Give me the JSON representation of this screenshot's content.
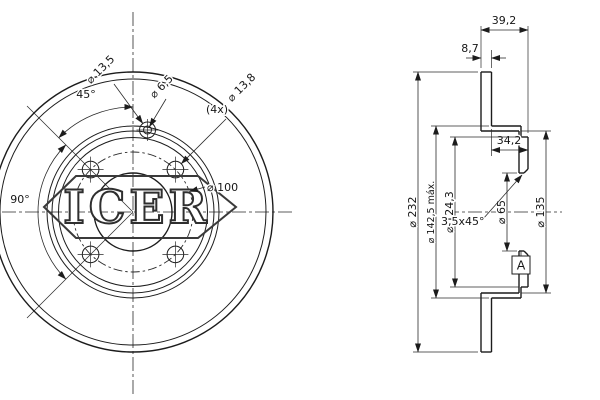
{
  "watermark": {
    "brand": "ICER"
  },
  "front": {
    "angle45": "45°",
    "angle90": "90°",
    "dia_counterbore": "⌀ 13,5",
    "dia_pinhole": "⌀ 6,5",
    "bolt_count": "(4x)",
    "dia_bolthole": "⌀ 13,8",
    "dia_boltcircle": "⌀ 100"
  },
  "section": {
    "overall_width": "39,2",
    "disc_thickness": "8,7",
    "hat_depth": "34,2",
    "dia_outer": "⌀ 232",
    "dia_hat_max": "⌀ 142,5 máx.",
    "dia_hub": "⌀ 124,3",
    "dia_bore": "⌀ 65",
    "dia_inner": "⌀ 135",
    "chamfer": "3,5x45°",
    "datum_label": "A"
  },
  "colors": {
    "line": "#1c1c1c",
    "background": "#ffffff"
  }
}
